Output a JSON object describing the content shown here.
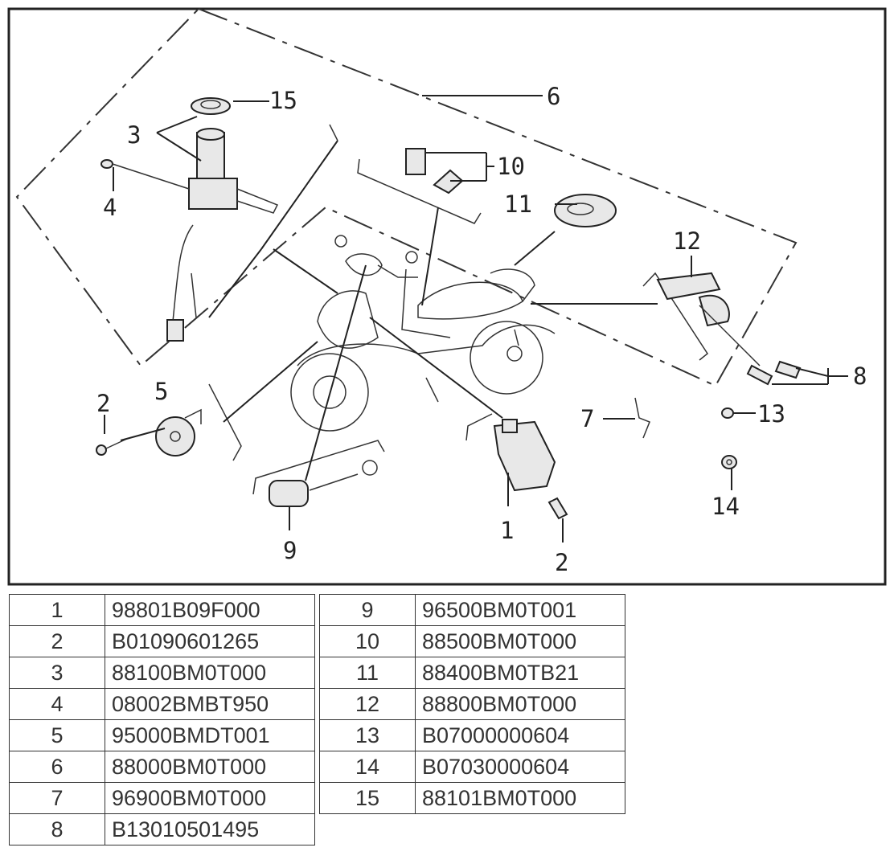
{
  "callouts": [
    "1",
    "2",
    "3",
    "4",
    "5",
    "6",
    "7",
    "8",
    "9",
    "10",
    "11",
    "12",
    "13",
    "14",
    "15"
  ],
  "parts_left": [
    {
      "index": "1",
      "code": "98801B09F000"
    },
    {
      "index": "2",
      "code": "B01090601265"
    },
    {
      "index": "3",
      "code": "88100BM0T000"
    },
    {
      "index": "4",
      "code": "08002BMBT950"
    },
    {
      "index": "5",
      "code": "95000BMDT001"
    },
    {
      "index": "6",
      "code": "88000BM0T000"
    },
    {
      "index": "7",
      "code": "96900BM0T000"
    },
    {
      "index": "8",
      "code": "B13010501495"
    }
  ],
  "parts_right": [
    {
      "index": "9",
      "code": "96500BM0T001"
    },
    {
      "index": "10",
      "code": "88500BM0T000"
    },
    {
      "index": "11",
      "code": "88400BM0TB21"
    },
    {
      "index": "12",
      "code": "88800BM0T000"
    },
    {
      "index": "13",
      "code": "B07000000604"
    },
    {
      "index": "14",
      "code": "B07030000604"
    },
    {
      "index": "15",
      "code": "88101BM0T000"
    }
  ]
}
